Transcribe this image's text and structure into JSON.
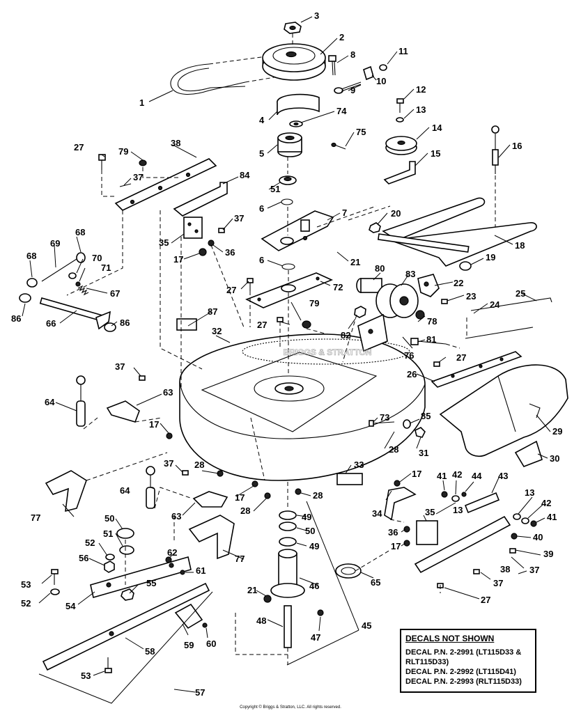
{
  "diagram": {
    "part_labels": [
      {
        "id": "c1",
        "text": "1"
      },
      {
        "id": "c2",
        "text": "2"
      },
      {
        "id": "c3",
        "text": "3"
      },
      {
        "id": "c4",
        "text": "4"
      },
      {
        "id": "c5",
        "text": "5"
      },
      {
        "id": "c6a",
        "text": "6"
      },
      {
        "id": "c6b",
        "text": "6"
      },
      {
        "id": "c7",
        "text": "7"
      },
      {
        "id": "c8",
        "text": "8"
      },
      {
        "id": "c9",
        "text": "9"
      },
      {
        "id": "c10",
        "text": "10"
      },
      {
        "id": "c11",
        "text": "11"
      },
      {
        "id": "c12",
        "text": "12"
      },
      {
        "id": "c13a",
        "text": "13"
      },
      {
        "id": "c13b",
        "text": "13"
      },
      {
        "id": "c13c",
        "text": "13"
      },
      {
        "id": "c14",
        "text": "14"
      },
      {
        "id": "c15",
        "text": "15"
      },
      {
        "id": "c16",
        "text": "16"
      },
      {
        "id": "c17a",
        "text": "17"
      },
      {
        "id": "c17b",
        "text": "17"
      },
      {
        "id": "c17c",
        "text": "17"
      },
      {
        "id": "c17d",
        "text": "17"
      },
      {
        "id": "c17e",
        "text": "17"
      },
      {
        "id": "c18",
        "text": "18"
      },
      {
        "id": "c19",
        "text": "19"
      },
      {
        "id": "c20",
        "text": "20"
      },
      {
        "id": "c21a",
        "text": "21"
      },
      {
        "id": "c21b",
        "text": "21"
      },
      {
        "id": "c22",
        "text": "22"
      },
      {
        "id": "c23",
        "text": "23"
      },
      {
        "id": "c24",
        "text": "24"
      },
      {
        "id": "c25",
        "text": "25"
      },
      {
        "id": "c26",
        "text": "26"
      },
      {
        "id": "c27a",
        "text": "27"
      },
      {
        "id": "c27b",
        "text": "27"
      },
      {
        "id": "c27c",
        "text": "27"
      },
      {
        "id": "c27d",
        "text": "27"
      },
      {
        "id": "c27e",
        "text": "27"
      },
      {
        "id": "c28a",
        "text": "28"
      },
      {
        "id": "c28b",
        "text": "28"
      },
      {
        "id": "c28c",
        "text": "28"
      },
      {
        "id": "c28d",
        "text": "28"
      },
      {
        "id": "c29",
        "text": "29"
      },
      {
        "id": "c30",
        "text": "30"
      },
      {
        "id": "c31",
        "text": "31"
      },
      {
        "id": "c32",
        "text": "32"
      },
      {
        "id": "c33",
        "text": "33"
      },
      {
        "id": "c34",
        "text": "34"
      },
      {
        "id": "c35a",
        "text": "35"
      },
      {
        "id": "c35b",
        "text": "35"
      },
      {
        "id": "c36a",
        "text": "36"
      },
      {
        "id": "c36b",
        "text": "36"
      },
      {
        "id": "c37a",
        "text": "37"
      },
      {
        "id": "c37b",
        "text": "37"
      },
      {
        "id": "c37c",
        "text": "37"
      },
      {
        "id": "c37d",
        "text": "37"
      },
      {
        "id": "c37e",
        "text": "37"
      },
      {
        "id": "c37f",
        "text": "37"
      },
      {
        "id": "c38a",
        "text": "38"
      },
      {
        "id": "c38b",
        "text": "38"
      },
      {
        "id": "c39",
        "text": "39"
      },
      {
        "id": "c40",
        "text": "40"
      },
      {
        "id": "c41a",
        "text": "41"
      },
      {
        "id": "c41b",
        "text": "41"
      },
      {
        "id": "c42a",
        "text": "42"
      },
      {
        "id": "c42b",
        "text": "42"
      },
      {
        "id": "c43",
        "text": "43"
      },
      {
        "id": "c44",
        "text": "44"
      },
      {
        "id": "c45",
        "text": "45"
      },
      {
        "id": "c46",
        "text": "46"
      },
      {
        "id": "c47",
        "text": "47"
      },
      {
        "id": "c48",
        "text": "48"
      },
      {
        "id": "c49a",
        "text": "49"
      },
      {
        "id": "c49b",
        "text": "49"
      },
      {
        "id": "c50a",
        "text": "50"
      },
      {
        "id": "c50b",
        "text": "50"
      },
      {
        "id": "c51a",
        "text": "51"
      },
      {
        "id": "c51b",
        "text": "51"
      },
      {
        "id": "c52a",
        "text": "52"
      },
      {
        "id": "c52b",
        "text": "52"
      },
      {
        "id": "c53a",
        "text": "53"
      },
      {
        "id": "c53b",
        "text": "53"
      },
      {
        "id": "c54",
        "text": "54"
      },
      {
        "id": "c55",
        "text": "55"
      },
      {
        "id": "c56",
        "text": "56"
      },
      {
        "id": "c57",
        "text": "57"
      },
      {
        "id": "c58",
        "text": "58"
      },
      {
        "id": "c59",
        "text": "59"
      },
      {
        "id": "c60",
        "text": "60"
      },
      {
        "id": "c61",
        "text": "61"
      },
      {
        "id": "c62",
        "text": "62"
      },
      {
        "id": "c63a",
        "text": "63"
      },
      {
        "id": "c63b",
        "text": "63"
      },
      {
        "id": "c64a",
        "text": "64"
      },
      {
        "id": "c64b",
        "text": "64"
      },
      {
        "id": "c65",
        "text": "65"
      },
      {
        "id": "c66",
        "text": "66"
      },
      {
        "id": "c67",
        "text": "67"
      },
      {
        "id": "c68a",
        "text": "68"
      },
      {
        "id": "c68b",
        "text": "68"
      },
      {
        "id": "c69",
        "text": "69"
      },
      {
        "id": "c70",
        "text": "70"
      },
      {
        "id": "c71",
        "text": "71"
      },
      {
        "id": "c72",
        "text": "72"
      },
      {
        "id": "c73",
        "text": "73"
      },
      {
        "id": "c74",
        "text": "74"
      },
      {
        "id": "c75",
        "text": "75"
      },
      {
        "id": "c76",
        "text": "76"
      },
      {
        "id": "c77a",
        "text": "77"
      },
      {
        "id": "c77b",
        "text": "77"
      },
      {
        "id": "c78",
        "text": "78"
      },
      {
        "id": "c79a",
        "text": "79"
      },
      {
        "id": "c79b",
        "text": "79"
      },
      {
        "id": "c80",
        "text": "80"
      },
      {
        "id": "c81",
        "text": "81"
      },
      {
        "id": "c82",
        "text": "82"
      },
      {
        "id": "c83",
        "text": "83"
      },
      {
        "id": "c84",
        "text": "84"
      },
      {
        "id": "c85",
        "text": "85"
      },
      {
        "id": "c86a",
        "text": "86"
      },
      {
        "id": "c86b",
        "text": "86"
      },
      {
        "id": "c87",
        "text": "87"
      }
    ],
    "watermark": "BRIGGS & STRATTON"
  },
  "decals_box": {
    "title": "DECALS NOT SHOWN",
    "lines": [
      "DECAL P.N. 2-2991 (LT115D33 &",
      "RLT115D33)",
      "DECAL P.N. 2-2992 (LT115D41)",
      "DECAL P.N. 2-2993 (RLT115D33)"
    ]
  },
  "footer": {
    "copyright": "Copyright © Briggs & Stratton, LLC. All rights reserved."
  }
}
